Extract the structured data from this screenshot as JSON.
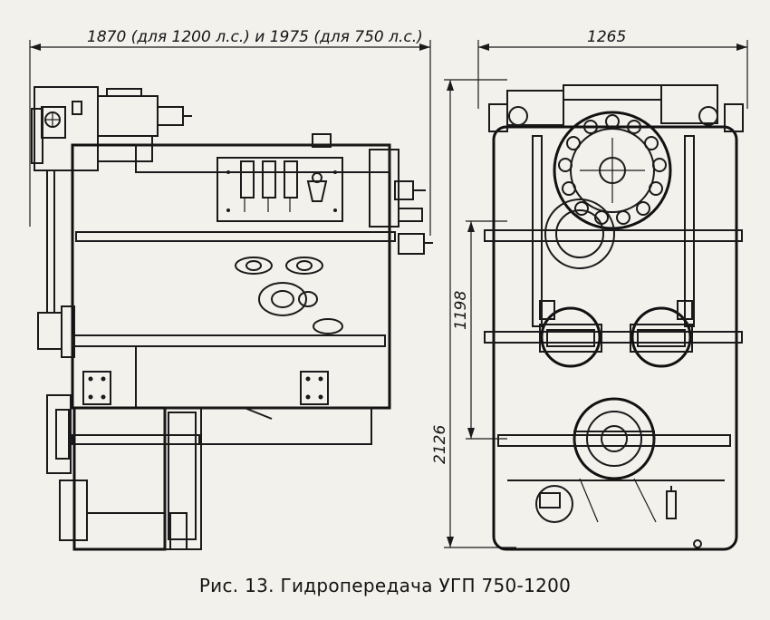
{
  "dimensions": {
    "length": "1870 (для 1200 л.с.) и 1975 (для 750 л.с.)",
    "width": "1265",
    "height_total": "2126",
    "height_inner": "1198"
  },
  "caption": "Рис. 13. Гидропередача УГП 750-1200"
}
